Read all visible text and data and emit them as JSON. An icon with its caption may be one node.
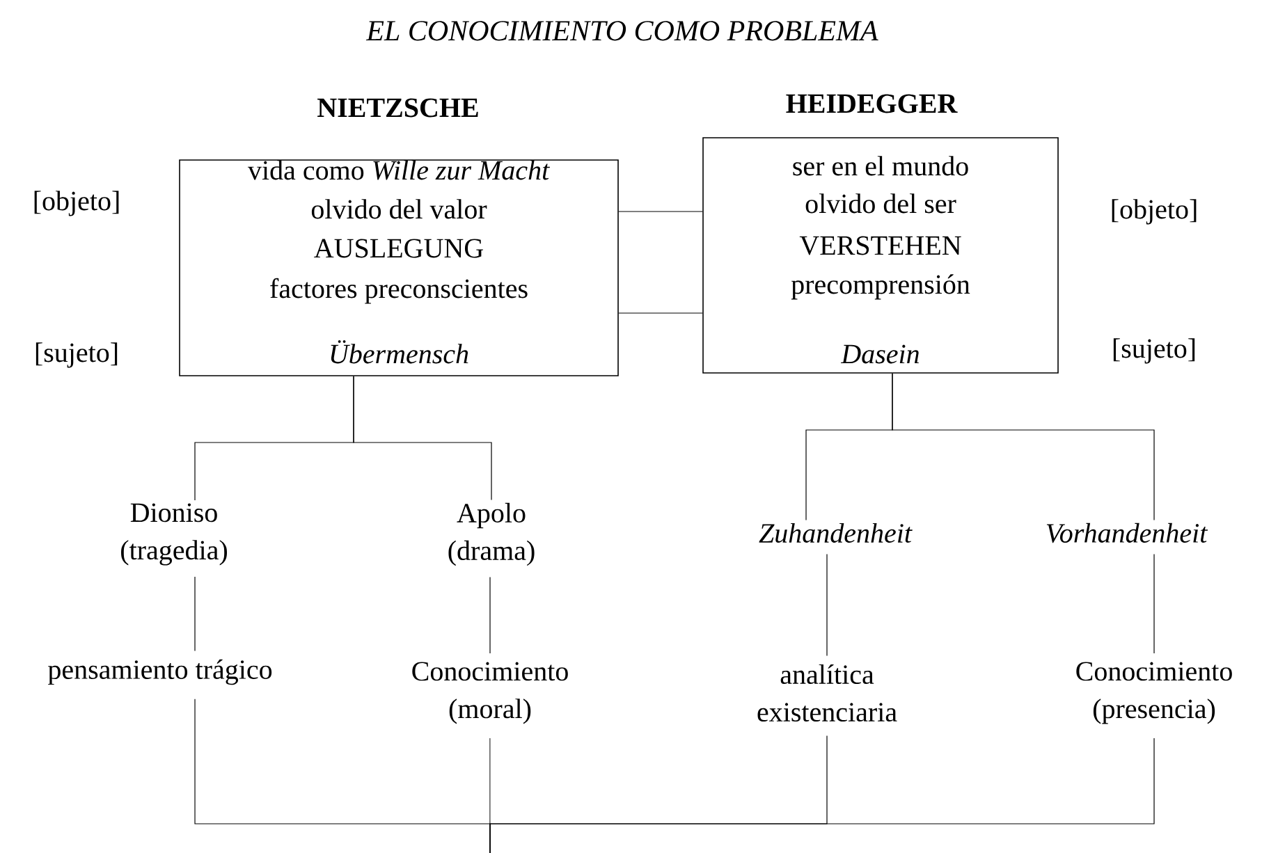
{
  "diagram": {
    "title": "EL CONOCIMIENTO COMO PROBLEMA",
    "nodes": [
      {
        "text": [
          "NIETZSCHE",
          "vida como *Wille zur Macht*",
          "olvido del valor",
          "AUSLEGUNG",
          "factores preconscientes",
          "Übermensch"
        ]
      },
      {
        "text": [
          "HEIDEGGER",
          "ser en el mundo",
          "olvido del ser",
          "VERSTEHEN",
          "precomprensión",
          "Dasein"
        ]
      },
      {
        "text": [
          "Dioniso (tragedia)"
        ]
      },
      {
        "text": [
          "Apolo (drama)"
        ]
      },
      {
        "text": [
          "Zuhandenheit"
        ]
      },
      {
        "text": [
          "Vorhandenheit"
        ]
      },
      {
        "text": [
          "pensamiento trágico"
        ]
      },
      {
        "text": [
          "Conocimiento (moral)"
        ]
      },
      {
        "text": [
          "analítica existenciaria"
        ]
      },
      {
        "text": [
          "Conocimiento (presencia)"
        ]
      }
    ],
    "edges": [
      {
        "from": 0,
        "to": 1,
        "arrow": "none"
      },
      {
        "from": 0,
        "to": 1,
        "arrow": "none"
      },
      {
        "from": 0,
        "to": 2,
        "arrow": "none"
      },
      {
        "from": 0,
        "to": 3,
        "arrow": "none"
      },
      {
        "from": 1,
        "to": 4,
        "arrow": "none"
      },
      {
        "from": 1,
        "to": 5,
        "arrow": "none"
      },
      {
        "from": 2,
        "to": 6,
        "arrow": "none"
      },
      {
        "from": 3,
        "to": 7,
        "arrow": "none"
      },
      {
        "from": 4,
        "to": 8,
        "arrow": "none"
      },
      {
        "from": 5,
        "to": 9,
        "arrow": "none"
      },
      {
        "from": 6,
        "to": null,
        "arrow": "none"
      },
      {
        "from": 7,
        "to": null,
        "arrow": "none"
      },
      {
        "from": 8,
        "to": null,
        "arrow": "none"
      },
      {
        "from": 9,
        "to": null,
        "arrow": "none"
      }
    ],
    "labels": [
      "[objeto]",
      "[sujeto]",
      "[objeto]",
      "[sujeto]"
    ]
  }
}
